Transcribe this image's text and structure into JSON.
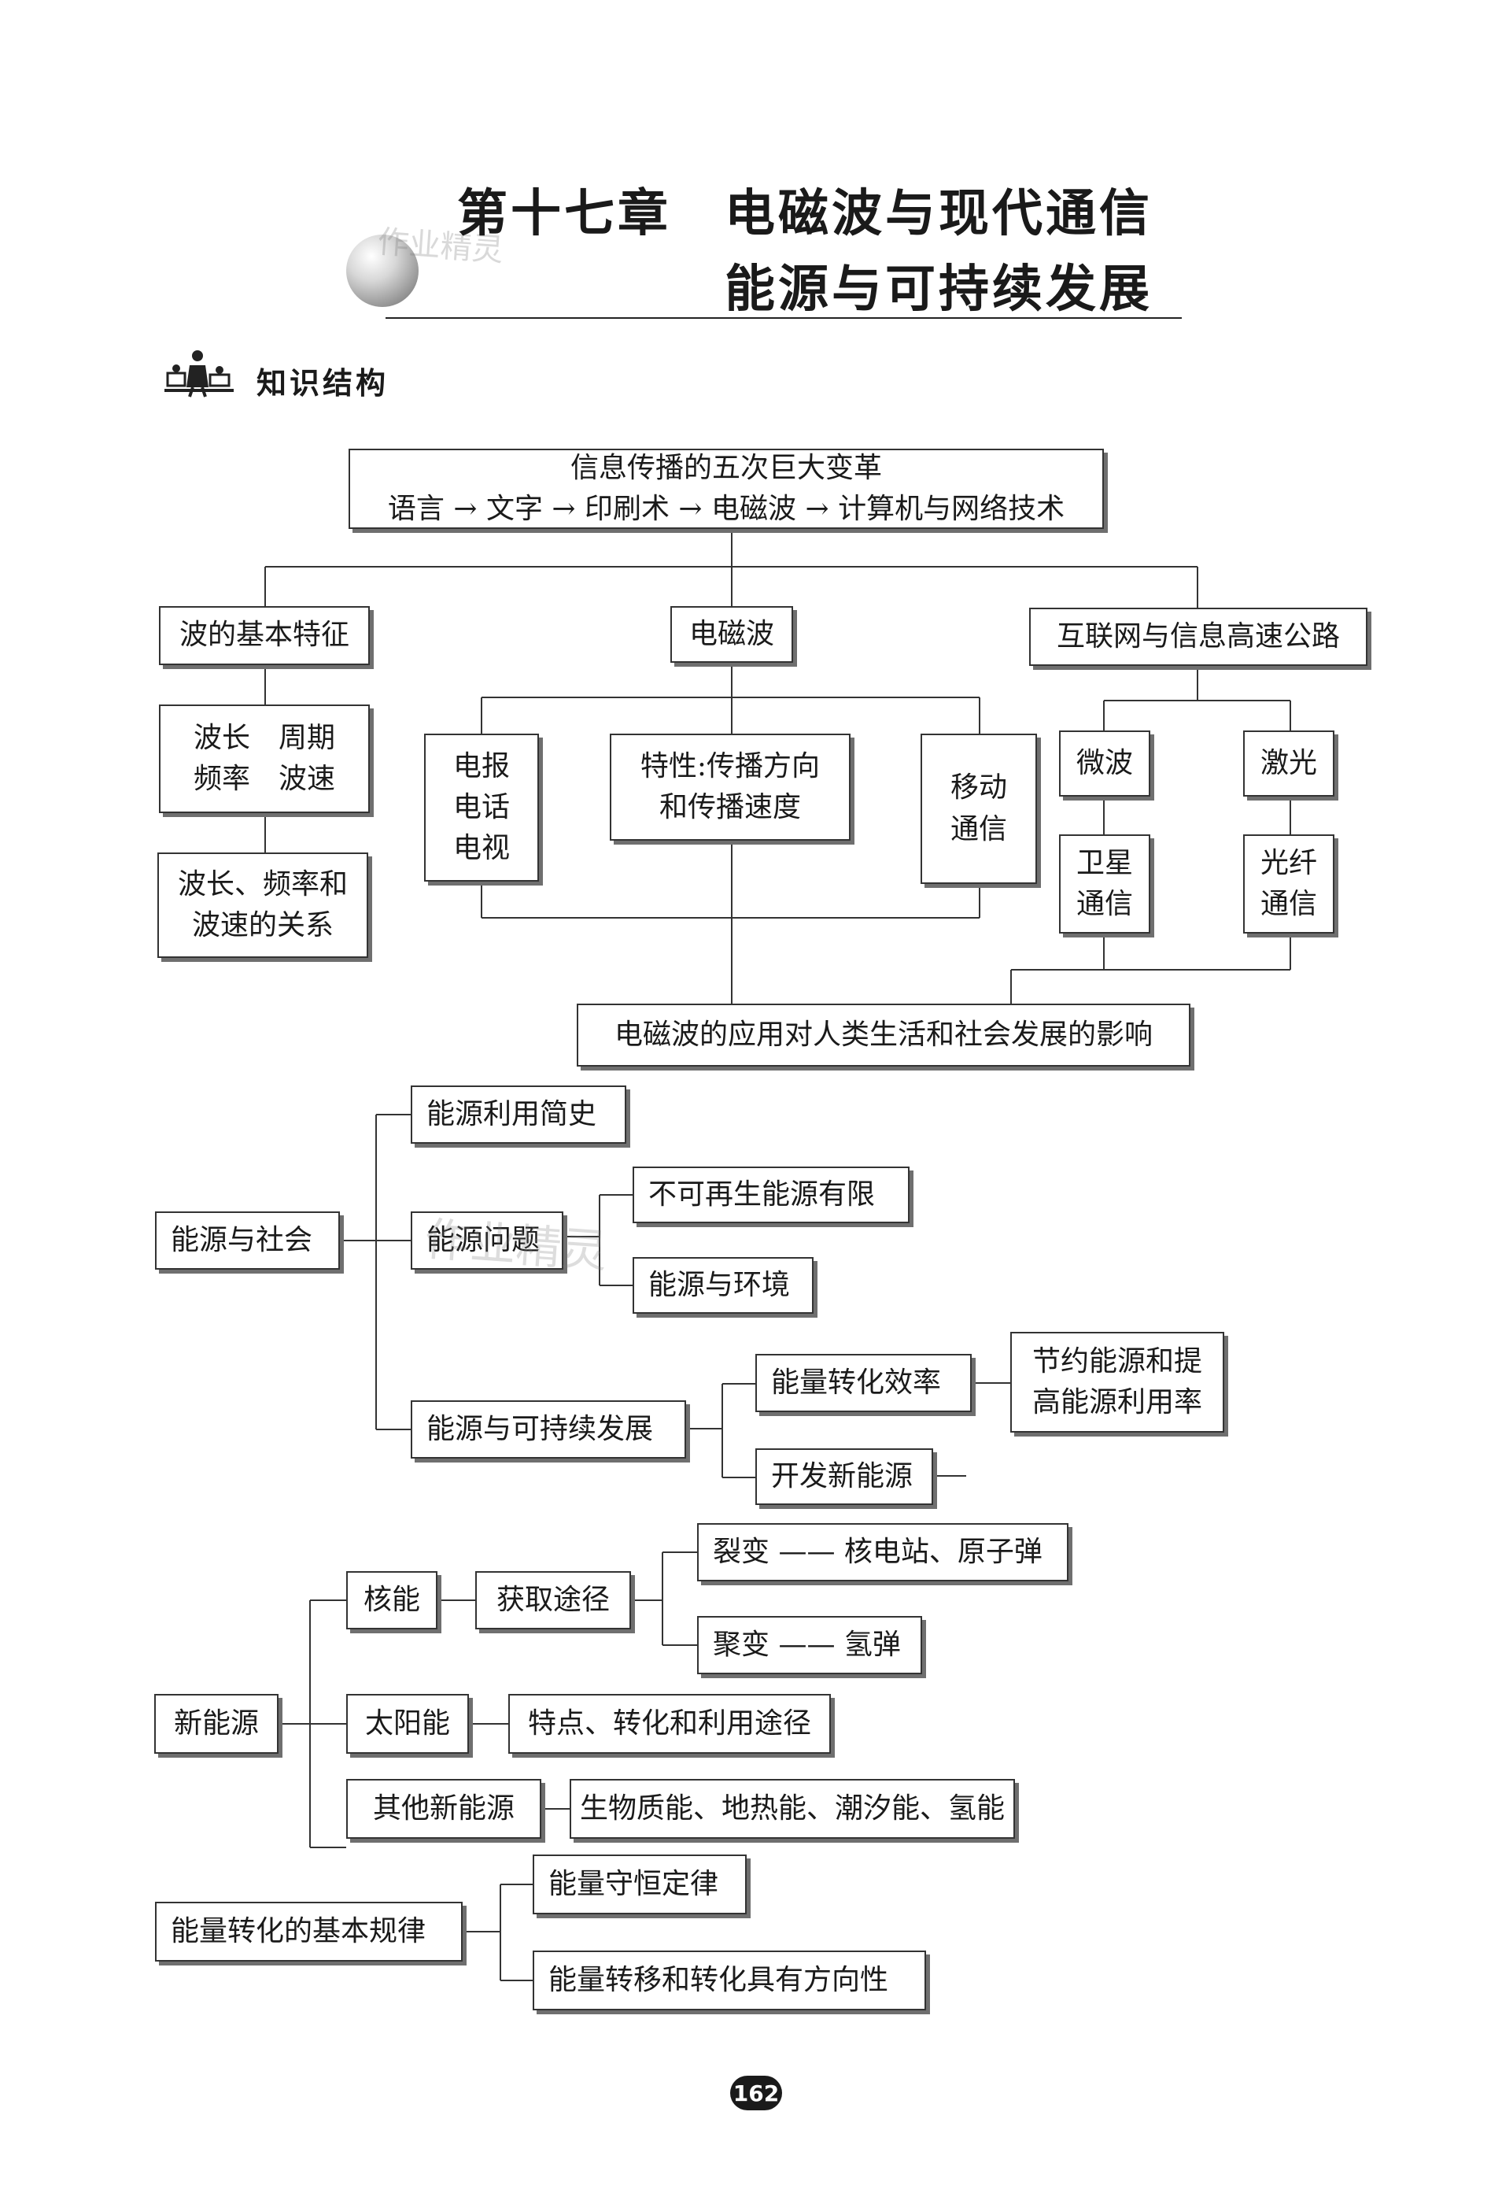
{
  "header": {
    "title_line1": "第十七章　电磁波与现代通信",
    "title_line2": "能源与可持续发展",
    "section_title": "知识结构",
    "watermark": "作业精灵"
  },
  "nodes": {
    "info_revolution_title": "信息传播的五次巨大变革",
    "info_revolution_chain": "语言 → 文字 → 印刷术 → 电磁波 → 计算机与网络技术",
    "wave_features": "波的基本特征",
    "wave_terms_line1": "波长　周期",
    "wave_terms_line2": "频率　波速",
    "wave_relation_line1": "波长、频率和",
    "wave_relation_line2": "波速的关系",
    "em_wave": "电磁波",
    "telegraph": "电报",
    "telephone": "电话",
    "tv": "电视",
    "property_line1": "特性:传播方向",
    "property_line2": "和传播速度",
    "mobile_line1": "移动",
    "mobile_line2": "通信",
    "internet": "互联网与信息高速公路",
    "microwave": "微波",
    "laser": "激光",
    "satellite_line1": "卫星",
    "satellite_line2": "通信",
    "fiber_line1": "光纤",
    "fiber_line2": "通信",
    "em_impact": "电磁波的应用对人类生活和社会发展的影响",
    "energy_society": "能源与社会",
    "energy_history": "能源利用简史",
    "energy_issues": "能源问题",
    "nonrenewable_limited": "不可再生能源有限",
    "energy_environment": "能源与环境",
    "energy_sustainable": "能源与可持续发展",
    "conversion_efficiency": "能量转化效率",
    "save_energy_line1": "节约能源和提",
    "save_energy_line2": "高能源利用率",
    "develop_new_energy": "开发新能源",
    "new_energy": "新能源",
    "nuclear": "核能",
    "acquire_way": "获取途径",
    "fission": "裂变 —— 核电站、原子弹",
    "fusion": "聚变 —— 氢弹",
    "solar": "太阳能",
    "solar_features": "特点、转化和利用途径",
    "other_new_energy": "其他新能源",
    "other_list": "生物质能、地热能、潮汐能、氢能",
    "conversion_law": "能量转化的基本规律",
    "conservation_law": "能量守恒定律",
    "direction_law": "能量转移和转化具有方向性"
  },
  "footer": {
    "page_number": "162"
  }
}
